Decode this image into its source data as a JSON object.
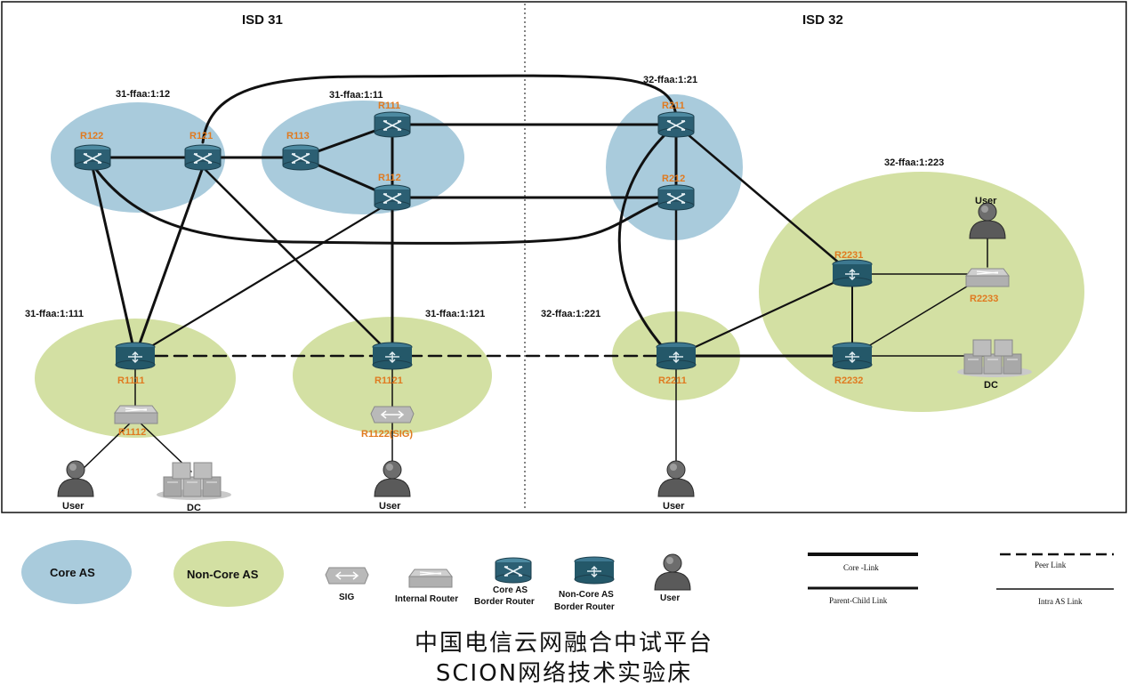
{
  "isd": {
    "left": "ISD 31",
    "right": "ISD 32"
  },
  "as_labels": {
    "as_31_12": "31-ffaa:1:12",
    "as_31_11": "31-ffaa:1:11",
    "as_32_21": "32-ffaa:1:21",
    "as_32_223": "32-ffaa:1:223",
    "as_31_111": "31-ffaa:1:111",
    "as_31_121": "31-ffaa:1:121",
    "as_32_221": "32-ffaa:1:221"
  },
  "routers": {
    "r122": "R122",
    "r121": "R121",
    "r113": "R113",
    "r111": "R111",
    "r112": "R112",
    "r211": "R211",
    "r212": "R212",
    "r2231": "R2231",
    "r2233": "R2233",
    "r2232": "R2232",
    "r1111": "R1111",
    "r1112": "R1112",
    "r1121": "R1121",
    "r1122": "R1122(SIG)",
    "r2211": "R2211"
  },
  "endpoints": {
    "user": "User",
    "dc": "DC"
  },
  "legend": {
    "core_as": "Core AS",
    "noncore_as": "Non-Core AS",
    "sig": "SIG",
    "internal_router": "Internal Router",
    "core_br_1": "Core AS",
    "core_br_2": "Border Router",
    "noncore_br_1": "Non-Core AS",
    "noncore_br_2": "Border Router",
    "user": "User",
    "core_link": "Core -Link",
    "parent_child_link": "Parent-Child Link",
    "peer_link": "Peer Link",
    "intra_as_link": "Intra AS Link"
  },
  "title": {
    "line1": "中国电信云网融合中试平台",
    "line2": "SCION网络技术实验床"
  },
  "colors": {
    "core_as": "#a9cbdc",
    "noncore_as": "#d3e0a3",
    "router_body": "#2c5f73",
    "router_label": "#e07a20",
    "gray_device": "#b9b9b9"
  }
}
